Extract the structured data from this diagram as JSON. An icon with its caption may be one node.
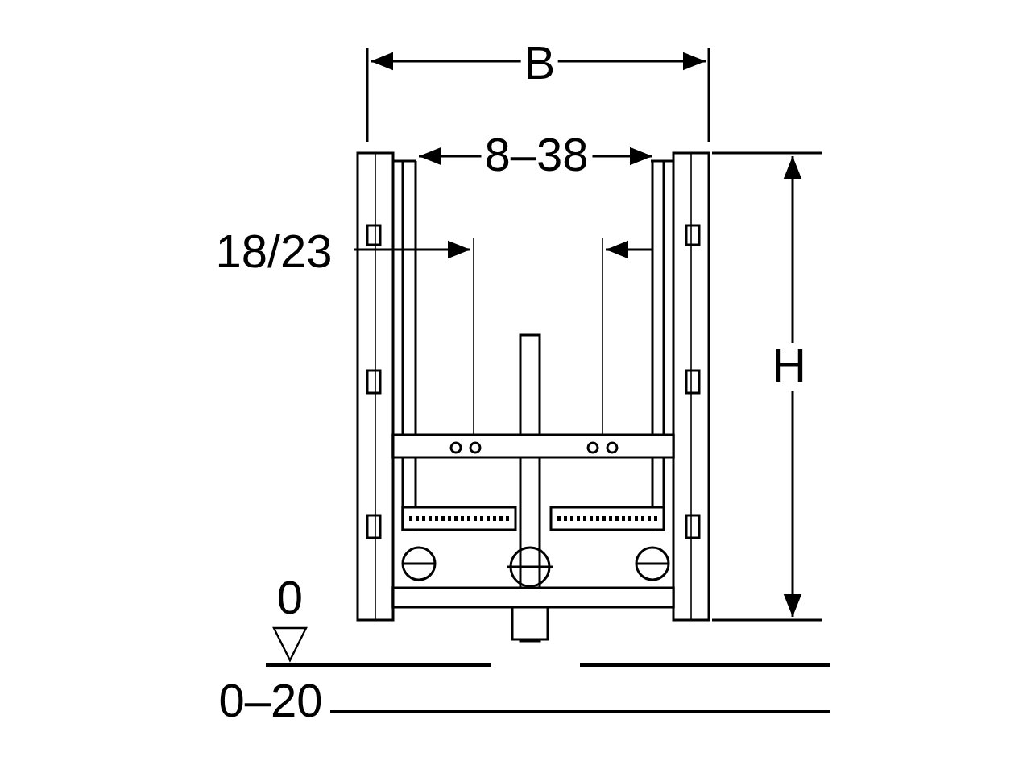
{
  "diagram": {
    "labels": [
      "B",
      "8–38",
      "18/23",
      "H",
      "0",
      "0–20"
    ]
  }
}
